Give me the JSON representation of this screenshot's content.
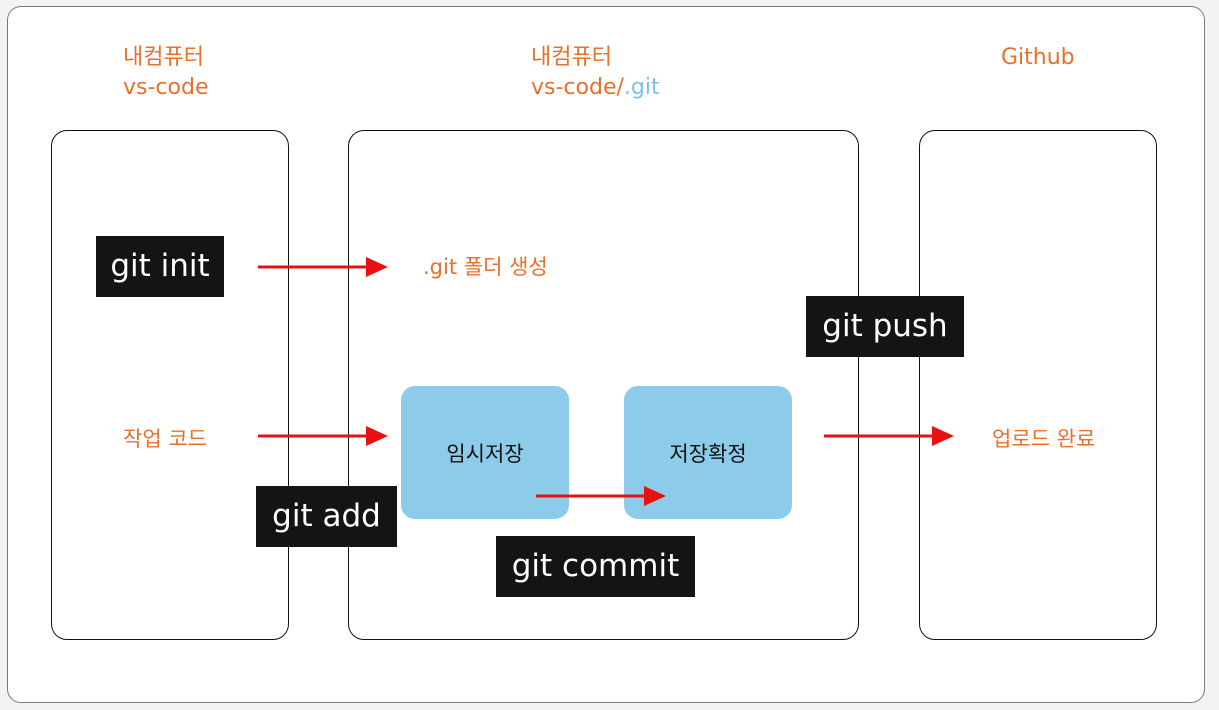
{
  "columns": {
    "left": {
      "line1": "내컴퓨터",
      "line2": "vs-code"
    },
    "middle": {
      "line1": "내컴퓨터",
      "line2_main": "vs-code/",
      "line2_accent": ".git"
    },
    "right": {
      "line1": "Github"
    }
  },
  "labels": {
    "git_folder": ".git  폴더 생성",
    "work_code": "작업 코드",
    "upload_done": "업로드 완료"
  },
  "stages": {
    "staging": "임시저장",
    "committed": "저장확정"
  },
  "commands": {
    "init": "git init",
    "add": "git add",
    "commit": "git commit",
    "push": "git push"
  },
  "colors": {
    "accent_orange": "#e8702a",
    "git_blue": "#7ac4e6",
    "stage_blue": "#8dcbea",
    "arrow_red": "#e81010",
    "command_bg": "#141414"
  }
}
